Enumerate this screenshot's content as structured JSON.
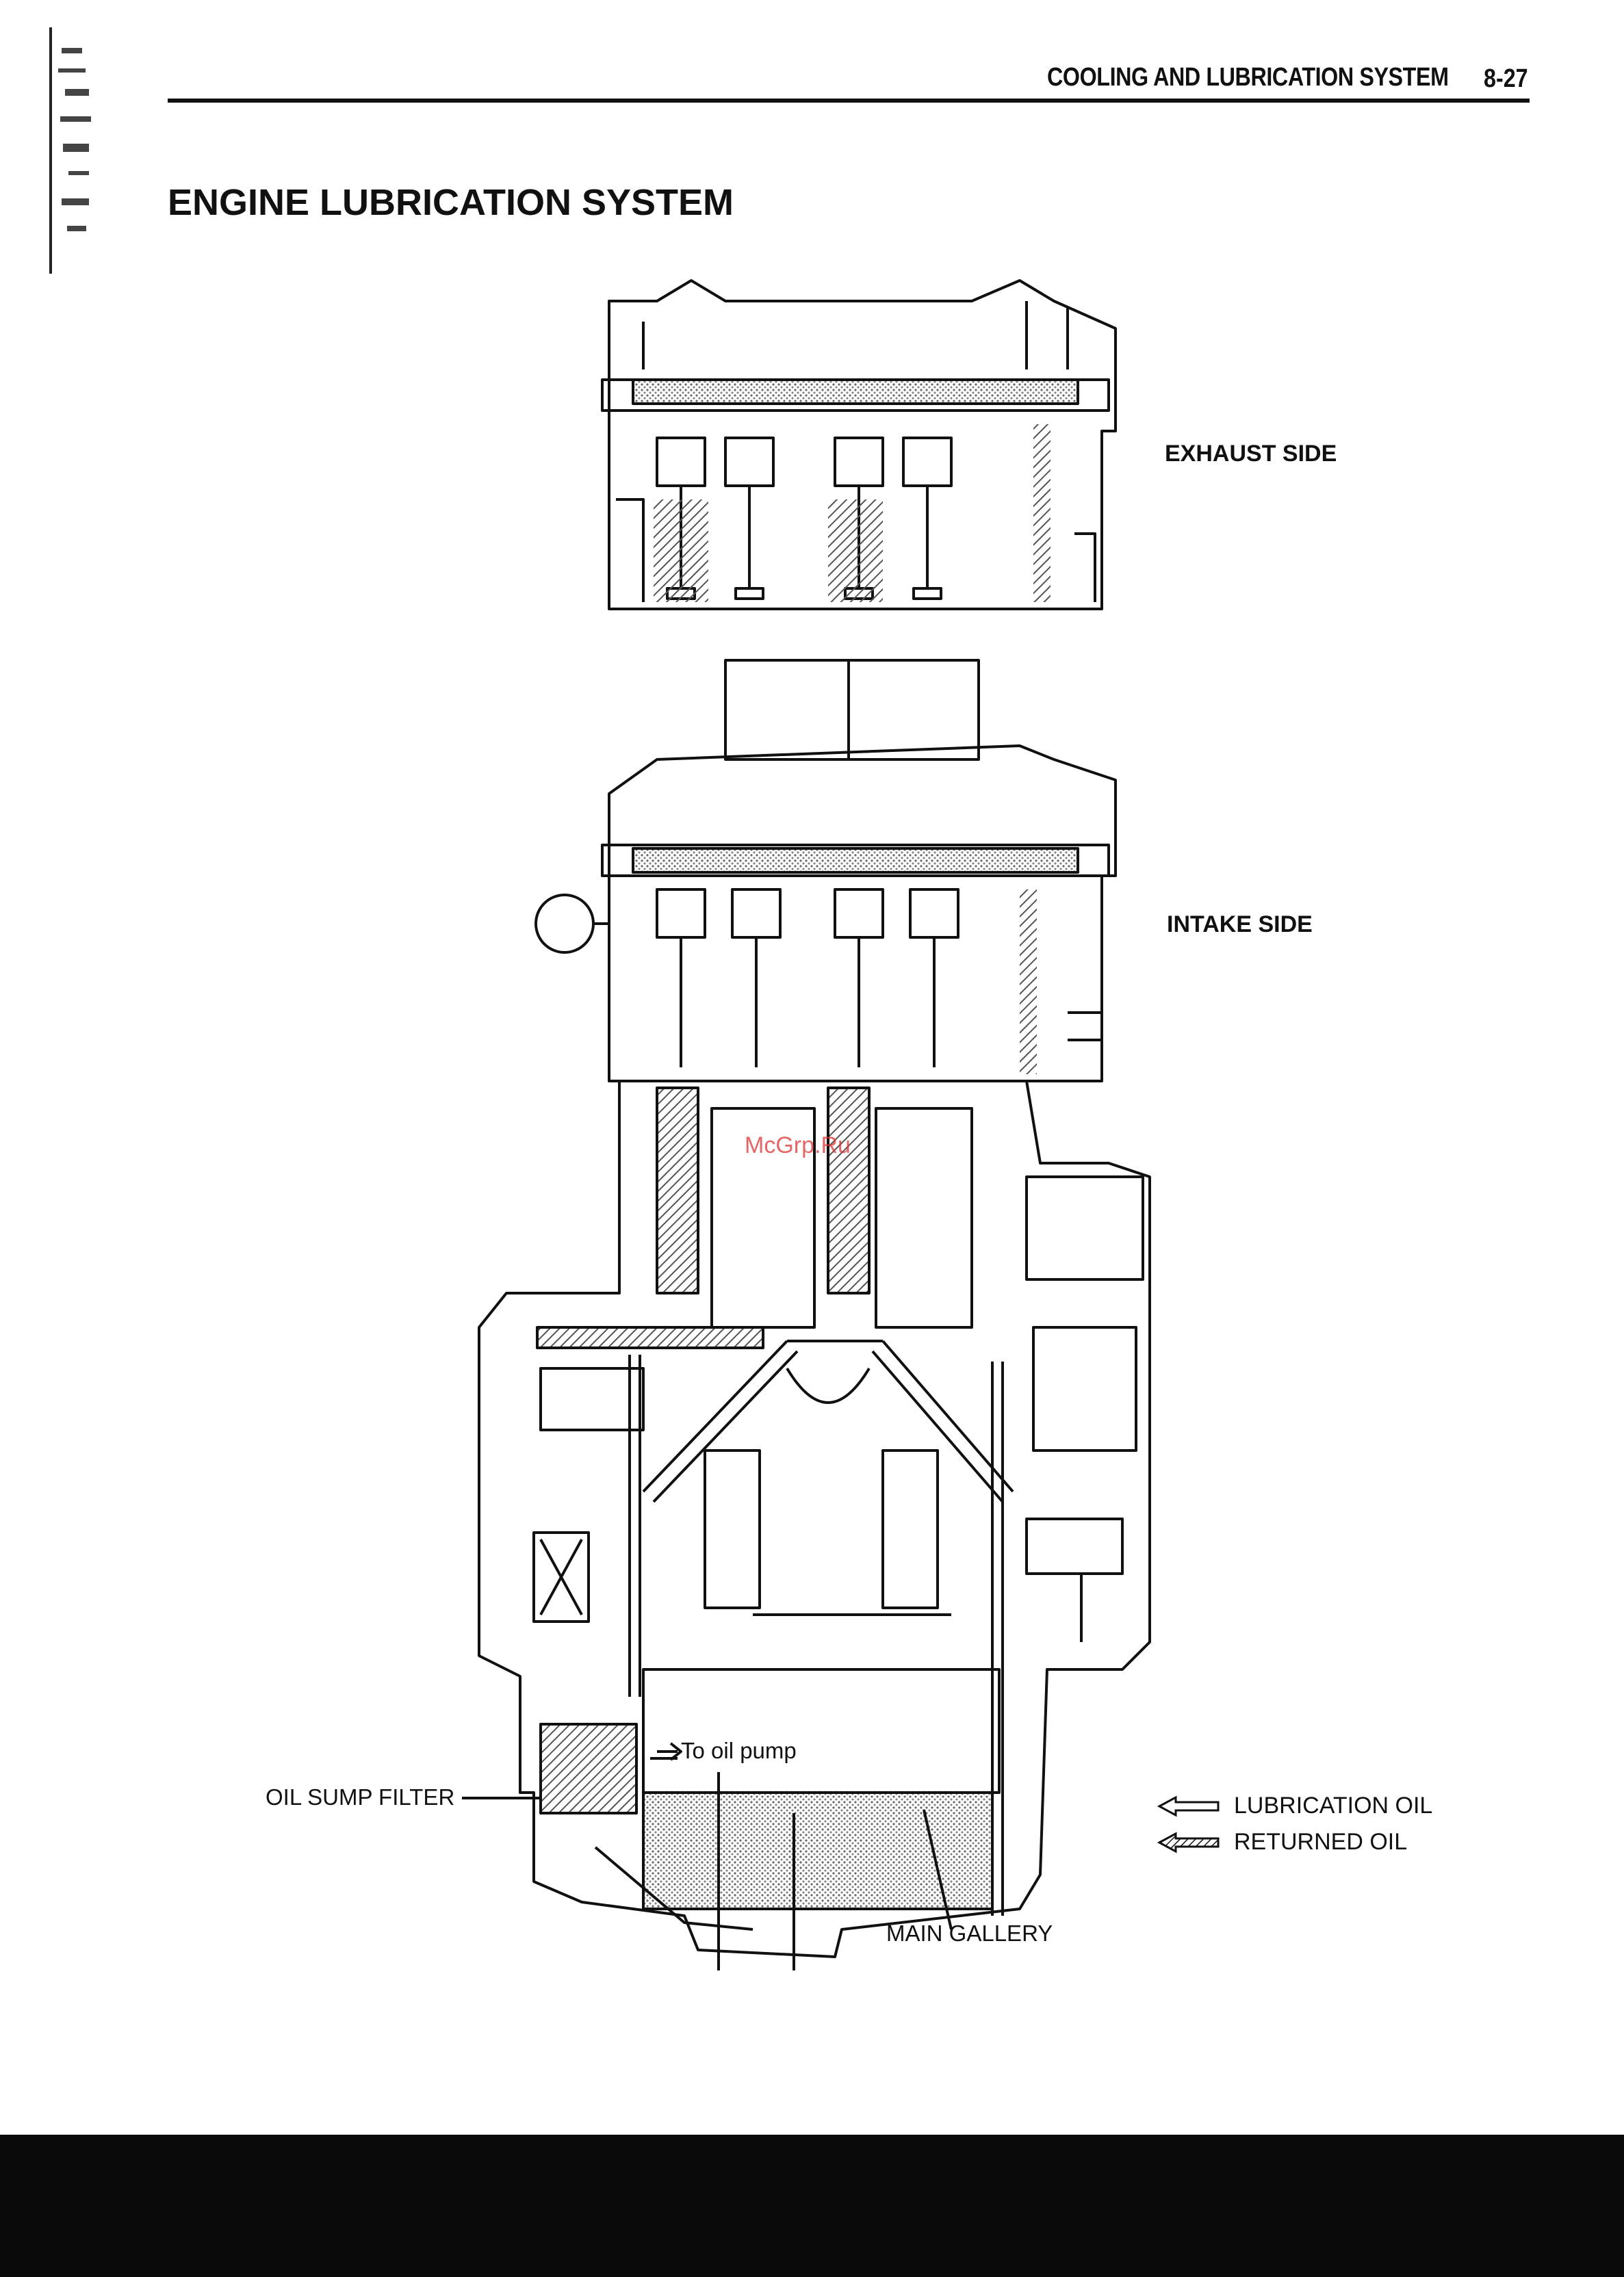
{
  "header": {
    "section_title": "COOLING AND LUBRICATION SYSTEM",
    "page_number": "8-27"
  },
  "page_title": "ENGINE LUBRICATION SYSTEM",
  "labels": {
    "exhaust_side": "EXHAUST SIDE",
    "intake_side": "INTAKE SIDE",
    "to_oil_pump": "To oil pump",
    "oil_sump_filter": "OIL SUMP FILTER",
    "main_gallery": "MAIN GALLERY"
  },
  "legend": {
    "lubrication_oil": "LUBRICATION OIL",
    "returned_oil": "RETURNED OIL"
  },
  "watermark": "McGrp.Ru",
  "colors": {
    "ink": "#111111",
    "hatch": "#555555",
    "watermark": "#dd3333"
  }
}
